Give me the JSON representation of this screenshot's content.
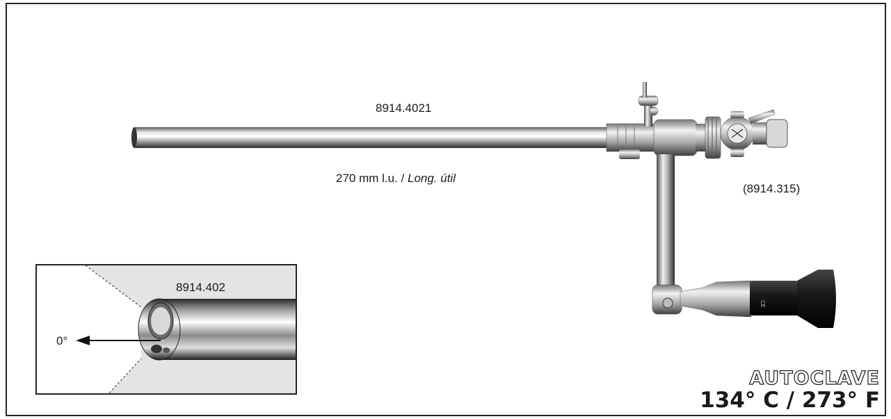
{
  "product": {
    "model_number": "8914.4021",
    "length_value": "270 mm l.u. / ",
    "length_translation": "Long. útil",
    "accessory_number": "(8914.315)"
  },
  "detail_inset": {
    "tip_number": "8914.402",
    "view_angle": "0°"
  },
  "sterilization": {
    "method": "AUTOCLAVE",
    "temperature": "134° C / 273° F"
  },
  "colors": {
    "steel_light": "#e6e6e6",
    "steel_dark": "#3a3a3a",
    "eyepiece": "#111111",
    "inset_background": "#e4e4e4"
  }
}
